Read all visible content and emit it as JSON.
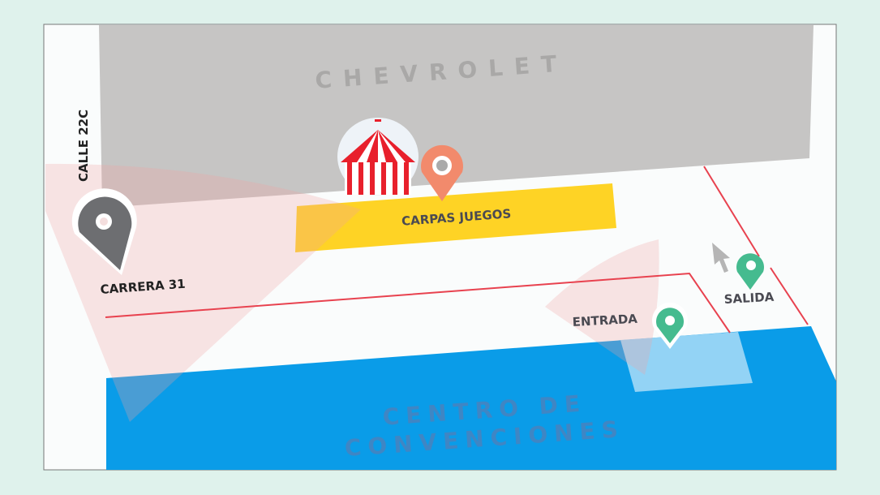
{
  "map": {
    "buildings": {
      "top": "CHEVROLET",
      "bottom_line1": "CENTRO DE",
      "bottom_line2": "CONVENCIONES"
    },
    "streets": {
      "vertical": "CALLE 22C",
      "horizontal": "CARRERA 31"
    },
    "zones": {
      "games": "CARPAS JUEGOS"
    },
    "markers": {
      "entrance": "ENTRADA",
      "exit": "SALIDA"
    },
    "icons": [
      "map-pin-icon",
      "circus-tent-icon",
      "cursor-arrow-icon"
    ]
  },
  "colors": {
    "background": "#dff2ec",
    "building_gray": "#c6c5c4",
    "convention_blue": "#0a9ce8",
    "games_yellow": "#fed325",
    "pin_green": "#45bb8f",
    "pin_orange": "#f28a6c",
    "pin_gray": "#6d6e71",
    "route_red": "#e8424f"
  }
}
